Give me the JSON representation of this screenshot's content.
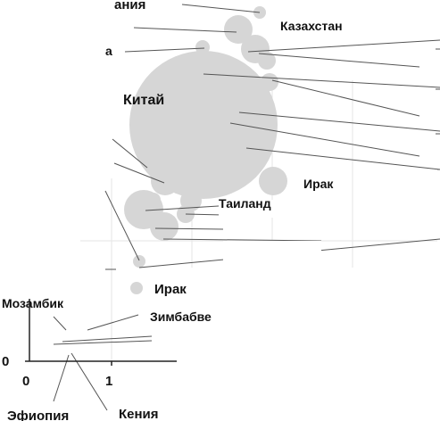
{
  "chart_data": {
    "type": "scatter",
    "title": "",
    "xlabel": "",
    "ylabel": "",
    "x_ticks": [
      "0",
      "1"
    ],
    "y_ticks": [
      "0"
    ],
    "grid": true,
    "colors": {
      "bubble": "#d6d6d6",
      "leader": "#555555",
      "axis": "#222222",
      "text": "#111111"
    },
    "labels": [
      {
        "text": "Китай",
        "size": 16
      },
      {
        "text": "Казахстан",
        "size": 14
      },
      {
        "text": "Ирак",
        "size": 15
      },
      {
        "text": "Кения",
        "size": 15
      },
      {
        "text": "Эфиопия",
        "size": 15
      },
      {
        "text": "ания",
        "size": 15
      },
      {
        "text": "а",
        "size": 14
      },
      {
        "text": "Таиланд",
        "size": 14
      },
      {
        "text": "Ирак",
        "size": 14
      },
      {
        "text": "Мозамбик",
        "size": 14
      },
      {
        "text": "Зимбабве",
        "size": 14
      }
    ]
  }
}
